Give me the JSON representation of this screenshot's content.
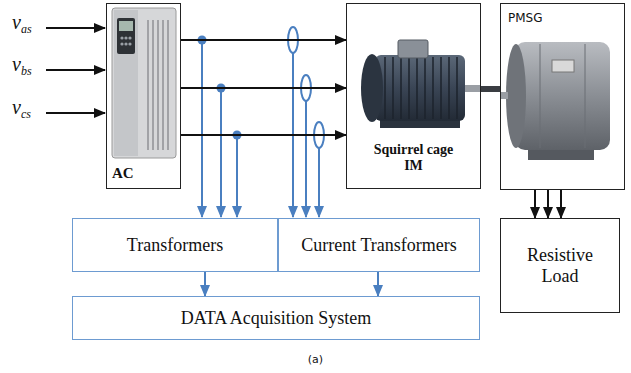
{
  "diagram": {
    "caption": "(a)",
    "nodes": [
      {
        "text": [
          "AC"
        ]
      },
      {
        "text": [
          "Squirrel cage IM"
        ]
      },
      {
        "text": [
          "PMSG"
        ]
      },
      {
        "text": [
          "Transformers"
        ]
      },
      {
        "text": [
          "Current Transformers"
        ]
      },
      {
        "text": [
          "DATA Acquisition System"
        ]
      },
      {
        "text": [
          "Resistive Load"
        ]
      }
    ],
    "edges": [
      {
        "from": 0,
        "to": 1,
        "arrow": "to"
      },
      {
        "from": 0,
        "to": 1,
        "arrow": "to"
      },
      {
        "from": 0,
        "to": 1,
        "arrow": "to"
      },
      {
        "from": 1,
        "to": 2,
        "arrow": "none"
      },
      {
        "from": 2,
        "to": 6,
        "arrow": "to"
      },
      {
        "from": 2,
        "to": 6,
        "arrow": "to"
      },
      {
        "from": 2,
        "to": 6,
        "arrow": "to"
      },
      {
        "from": 3,
        "to": 5,
        "arrow": "to"
      },
      {
        "from": 4,
        "to": 5,
        "arrow": "to"
      }
    ],
    "labels": [
      "v",
      "as",
      "v",
      "bs",
      "v",
      "cs"
    ]
  }
}
